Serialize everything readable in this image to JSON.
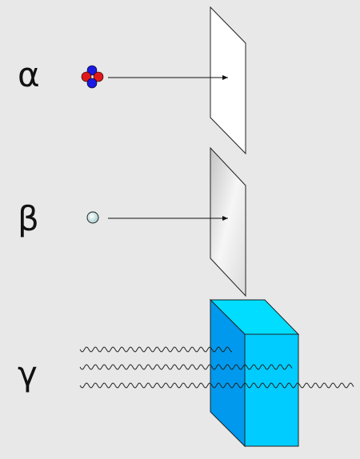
{
  "labels": {
    "alpha": "α",
    "beta": "β",
    "gamma": "γ"
  },
  "colors": {
    "background": "#e8e8e8",
    "proton": "#e01a1a",
    "neutron": "#1a1ae0",
    "electron": "#bfe0e0",
    "paper": "#ffffff",
    "metal_sheet": "#d8d8d8",
    "block_front": "#00ccff",
    "block_side": "#0099ee",
    "block_top": "#00ddff"
  },
  "icons": {
    "alpha_particle": "alpha-particle-icon",
    "beta_particle": "beta-particle-icon",
    "gamma_wave": "gamma-wave-icon"
  }
}
